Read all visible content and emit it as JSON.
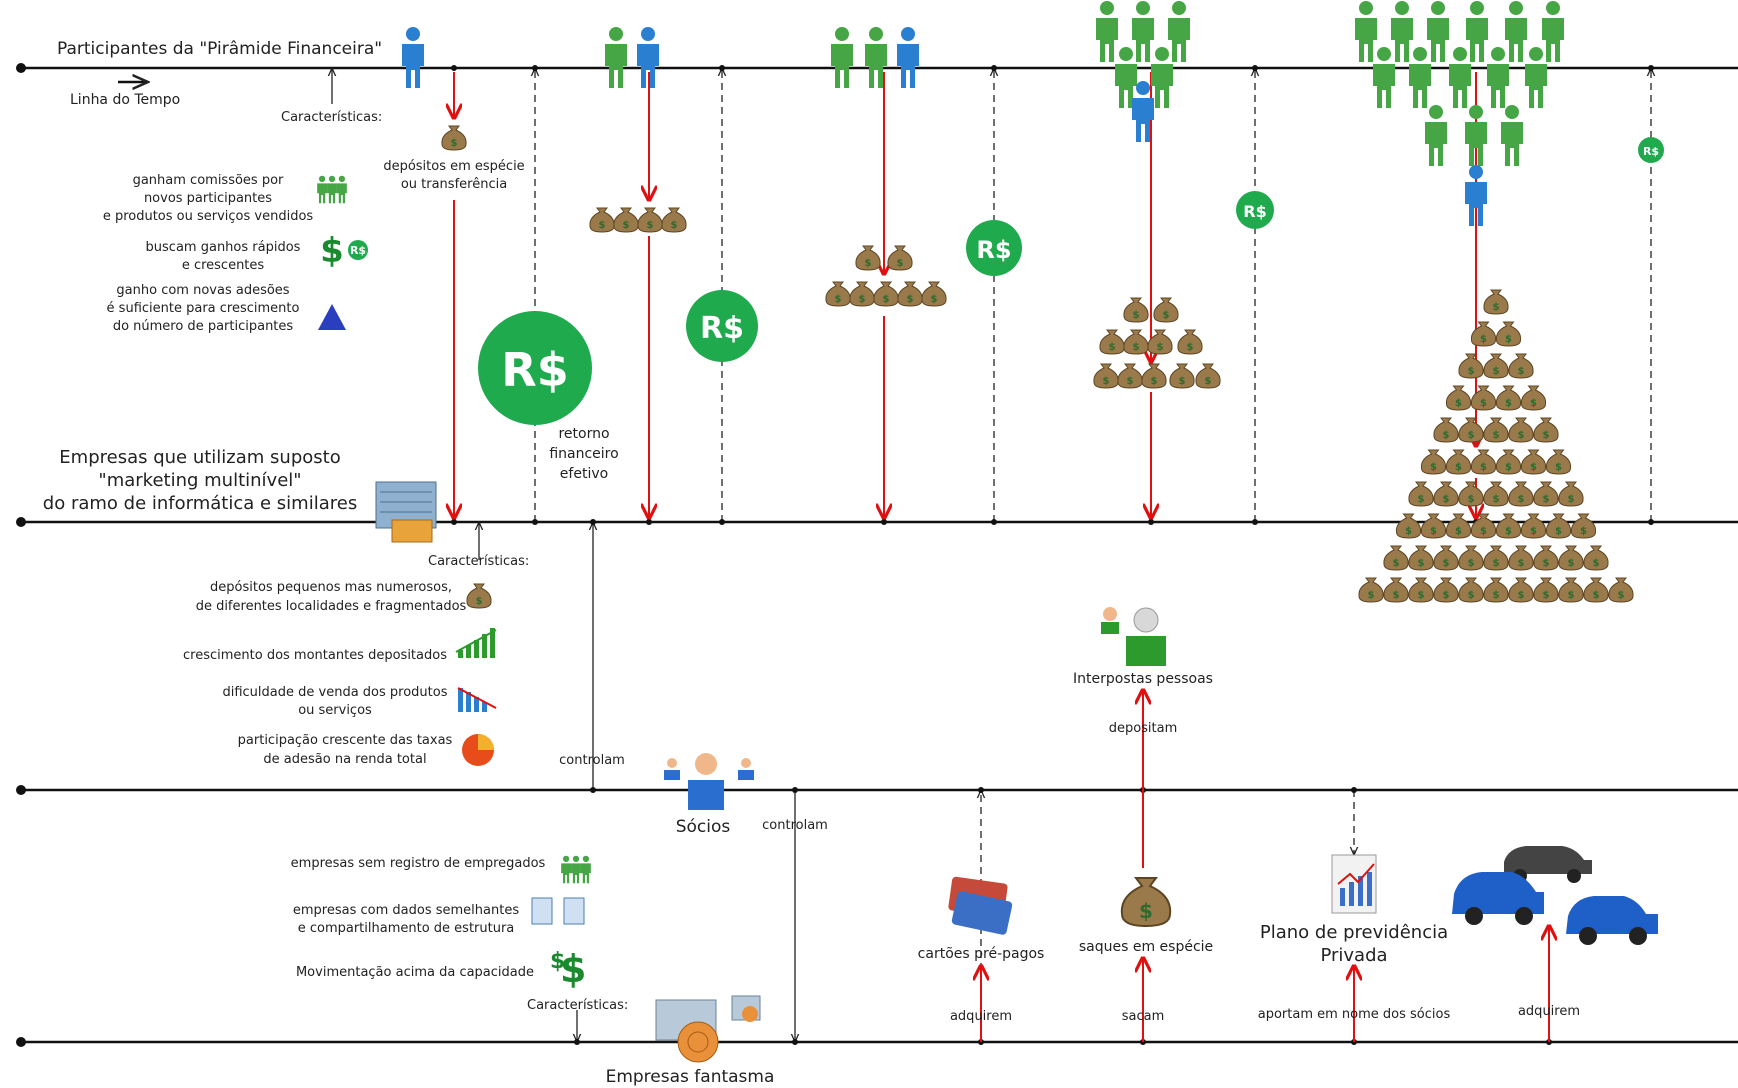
{
  "lanes": {
    "participants": "Participantes da \"Pirâmide Financeira\"",
    "timeline": "Linha do Tempo",
    "companies": [
      "Empresas que utilizam suposto",
      "\"marketing multinível\"",
      "do ramo de informática e similares"
    ],
    "partners": "Sócios",
    "shell": "Empresas fantasma"
  },
  "participants_features": {
    "title": "Características:",
    "items": [
      [
        "ganham comissões por",
        "novos participantes",
        "e produtos ou serviços vendidos"
      ],
      [
        "buscam ganhos rápidos",
        "e crescentes"
      ],
      [
        "ganho com novas adesões",
        "é suficiente para crescimento",
        "do número de participantes"
      ]
    ]
  },
  "deposits_label": [
    "depósitos em espécie",
    "ou transferência"
  ],
  "return_label": [
    "retorno",
    "financeiro",
    "efetivo"
  ],
  "currency_symbol": "R$",
  "companies_features": {
    "title": "Características:",
    "items": [
      [
        "depósitos pequenos mas numerosos,",
        "de diferentes localidades e fragmentados"
      ],
      [
        "crescimento dos montantes depositados"
      ],
      [
        "dificuldade de venda dos produtos",
        "ou serviços"
      ],
      [
        "participação crescente das taxas",
        "de adesão na renda total"
      ]
    ]
  },
  "controlam_1": "controlam",
  "controlam_2": "controlam",
  "interpostas": "Interpostas pessoas",
  "depositam": "depositam",
  "shell_features": {
    "title": "Características:",
    "items": [
      "empresas sem registro de empregados",
      [
        "empresas com dados semelhantes",
        "e compartilhamento de estrutura"
      ],
      "Movimentação acima da capacidade"
    ]
  },
  "cards": "cartões pré-pagos",
  "adquirem_1": "adquirem",
  "cash": "saques em espécie",
  "sacam": "sacam",
  "pension": [
    "Plano de previdência",
    "Privada"
  ],
  "aportam": "aportam em nome dos sócios",
  "adquirem_2": "adquirem",
  "colors": {
    "green": "#3fa13f",
    "blue": "#2a7fd0",
    "red": "#e01010",
    "coin": "#1faa4e",
    "bag": "#9a7a4a"
  }
}
